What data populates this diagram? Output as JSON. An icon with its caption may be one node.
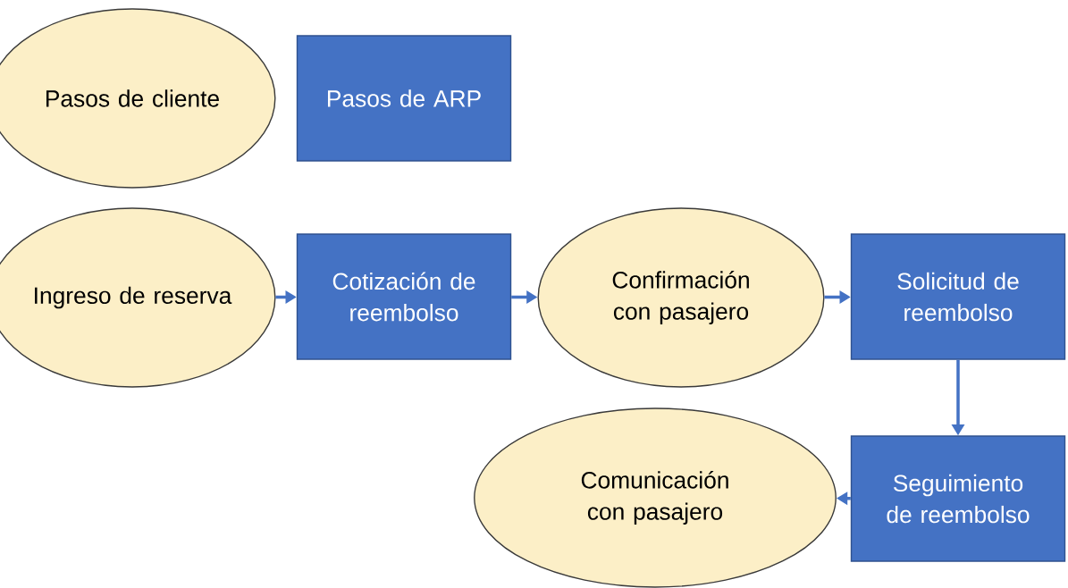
{
  "diagram": {
    "nodes": [
      {
        "text": [
          "Pasos de cliente"
        ]
      },
      {
        "text": [
          "Pasos de ARP"
        ]
      },
      {
        "text": [
          "Ingreso de reserva"
        ]
      },
      {
        "text": [
          "Cotización de reembolso"
        ]
      },
      {
        "text": [
          "Confirmación con pasajero"
        ]
      },
      {
        "text": [
          "Solicitud de reembolso"
        ]
      },
      {
        "text": [
          "Seguimiento de reembolso"
        ]
      },
      {
        "text": [
          "Comunicación con pasajero"
        ]
      }
    ],
    "edges": [
      {
        "from": 2,
        "to": 3,
        "arrow": "to"
      },
      {
        "from": 3,
        "to": 4,
        "arrow": "to"
      },
      {
        "from": 4,
        "to": 5,
        "arrow": "to"
      },
      {
        "from": 5,
        "to": 6,
        "arrow": "to"
      },
      {
        "from": 6,
        "to": 7,
        "arrow": "to"
      }
    ]
  }
}
